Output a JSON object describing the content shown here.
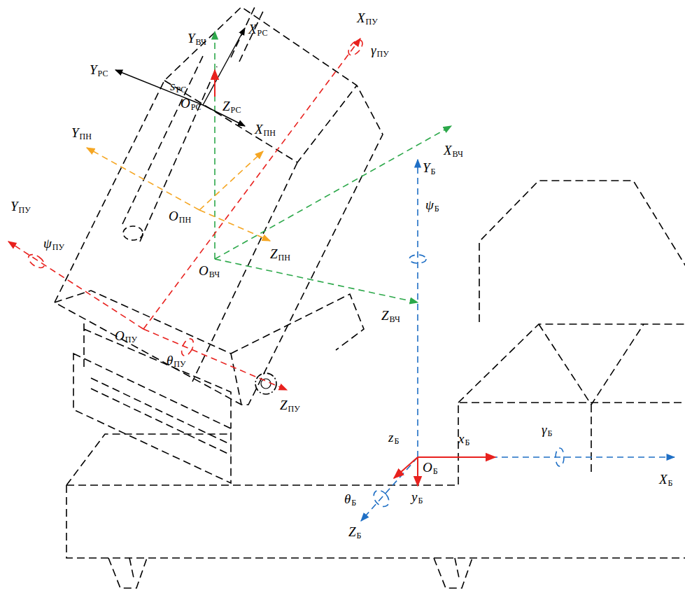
{
  "diagram": {
    "labels": [
      "Y",
      "ВЧ",
      "X",
      "РС",
      "X",
      "ПУ",
      "γ",
      "ПУ",
      "Y",
      "РС",
      "s",
      "РС",
      "O",
      "РС",
      "Z",
      "РС",
      "X",
      "ПН",
      "Y",
      "ПН",
      "X",
      "ВЧ",
      "Y",
      "Б",
      "ψ",
      "Б",
      "Y",
      "ПУ",
      "ψ",
      "ПУ",
      "O",
      "ПН",
      "Z",
      "ПН",
      "O",
      "ВЧ",
      "Z",
      "ВЧ",
      "O",
      "ПУ",
      "θ",
      "ПУ",
      "Z",
      "ПУ",
      "γ",
      "Б",
      "z",
      "Б",
      "x",
      "Б",
      "O",
      "Б",
      "X",
      "Б",
      "y",
      "Б",
      "θ",
      "Б",
      "Z",
      "Б"
    ]
  }
}
